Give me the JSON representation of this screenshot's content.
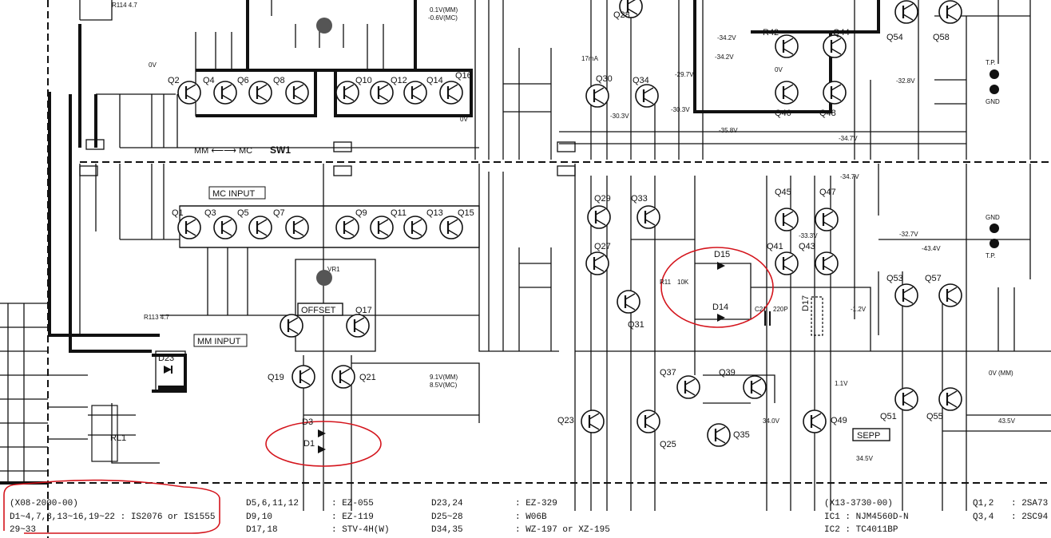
{
  "transistors": {
    "top": [
      "Q2",
      "Q4",
      "Q6",
      "Q8",
      "Q10",
      "Q12",
      "Q14",
      "Q16"
    ],
    "bottom": [
      "Q1",
      "Q3",
      "Q5",
      "Q7",
      "Q9",
      "Q11",
      "Q13",
      "Q15"
    ],
    "q17": "Q17",
    "q19": "Q19",
    "q21": "Q21",
    "q28": "Q28",
    "q30": "Q30",
    "q34": "Q34",
    "q29": "Q29",
    "q33": "Q33",
    "q27": "Q27",
    "q31": "Q31",
    "q23": "Q23",
    "q25": "Q25",
    "q37": "Q37",
    "q39": "Q39",
    "q35": "Q35",
    "q49": "Q49",
    "q51": "Q51",
    "q55": "Q55",
    "q42": "R42",
    "q44": "Q44",
    "q46": "Q46",
    "q48": "Q48",
    "q45": "Q45",
    "q47": "Q47",
    "q41": "Q41",
    "q43": "Q43",
    "q53": "Q53",
    "q57": "Q57",
    "q54": "Q54",
    "q58": "Q58"
  },
  "labels": {
    "mm_mc": "MM ⟵⟶ MC",
    "sw1": "SW1",
    "mc_input": "MC INPUT",
    "mm_input": "MM INPUT",
    "offset": "OFFSET",
    "sepp": "SEPP",
    "d23": "D23",
    "rl1": "RL1",
    "d1": "D1",
    "d3": "D3",
    "d14": "D14",
    "d15": "D15",
    "d17": "D17",
    "tp_top": "T.P.",
    "gnd_top": "GND",
    "gnd_bot": "GND",
    "tp_bot": "T.P.",
    "c21": "C21",
    "c21v": "220P",
    "r11": "R11",
    "r11v": "10K",
    "r_offset_vr": "VR1",
    "r114": "R114  4.7",
    "r113": "R113   4.7"
  },
  "voltages": {
    "v0_top": "0V",
    "v_mm_mc_top": "0.1V(MM)",
    "v_mm_mc_top2": "-0.6V(MC)",
    "v0_mid": "0V",
    "v_342": "-34.2V",
    "v_342b": "-34.2V",
    "v_297": "-29.7V",
    "v_303": "-30.3V",
    "v_303b": "-30.3V",
    "v_358": "-35.8V",
    "v_347": "-34.7V",
    "v_347b": "-34.7V",
    "v_328": "-32.8V",
    "v_333": "-33.3V",
    "v_327": "-32.7V",
    "v_434": "-43.4V",
    "v_12": "-1.2V",
    "v_0mm": "0V (MM)",
    "v_11": "1.1V",
    "v_340": "34.0V",
    "v_345": "34.5V",
    "v_435": "43.5V",
    "v_91": "9.1V(MM)",
    "v_85": "8.5V(MC)",
    "v0_small": "0V",
    "i_17": "17mA"
  },
  "parts_legend": {
    "col1": [
      "(X08-2000-00)",
      "D1~4,7,8,13~16,19~22 : IS2076 or IS1555",
      "29~33"
    ],
    "col2_left": [
      "D5,6,11,12",
      "D9,10",
      "D17,18"
    ],
    "col2_right": [
      ": EZ-055",
      ": EZ-119",
      ": STV-4H(W)"
    ],
    "col3_left": [
      "D23,24",
      "D25~28",
      "D34,35"
    ],
    "col3_right": [
      ": EZ-329",
      ": W06B",
      ": WZ-197 or XZ-195"
    ],
    "col4": [
      "(X13-3730-00)",
      "IC1   : NJM4560D-N",
      "IC2   : TC4011BP"
    ],
    "col5_left": [
      "Q1,2",
      "Q3,4"
    ],
    "col5_right": [
      ": 2SA73",
      ": 2SC94"
    ]
  }
}
